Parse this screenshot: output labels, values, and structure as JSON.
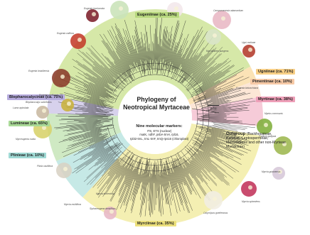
{
  "title": "Phylogeny of Neotropical Myrtaceae",
  "markers": {
    "heading": "Nine molecular markers:",
    "line1": "ITS, ETS (nuclear)",
    "line2": "matK, ndhF, psbA-trnH, rpl16,",
    "line3": "rpl32-trnL, trnL-trnF, trnQ-rps16 (chloroplast)"
  },
  "scale_label": "0.03",
  "outgroup": {
    "title": "Outgroup",
    "text": "(Backhousieae, Kanieae, Leptospermeae, Metrosideros and other non-Myrteae Myrtaceae)"
  },
  "clades": [
    {
      "id": "eugeniinae",
      "label": "Eugeniinae (ca. 25%)",
      "color": "#d6e8a8",
      "label_color": "#b7d77e"
    },
    {
      "id": "ugniinae",
      "label": "Ugniinae (ca. 71%)",
      "color": "#fbe3b6",
      "label_color": "#f8cf86"
    },
    {
      "id": "pimentinae",
      "label": "Pimentinae (ca. 10%)",
      "color": "#fce6d6",
      "label_color": "#f6c9a6"
    },
    {
      "id": "myrtinae",
      "label": "Myrtinae (ca. 38%)",
      "color": "#f6cbd8",
      "label_color": "#ee9fb8"
    },
    {
      "id": "myrciinae",
      "label": "Myrciinae (ca. 35%)",
      "color": "#f4efb2",
      "label_color": "#ece07c"
    },
    {
      "id": "plinia",
      "label": "Plinieae (ca. 10%)",
      "color": "#c6e9e6",
      "label_color": "#9fd9d4"
    },
    {
      "id": "luma",
      "label": "Lumineae (ca. 65%)",
      "color": "#cfe9c3",
      "label_color": "#a9d997"
    },
    {
      "id": "blepharocalyx",
      "label": "Blepharocalycinae (ca. 75%)",
      "color": "#d7d1ec",
      "label_color": "#b7acde"
    }
  ],
  "species_labels": [
    "Eugenia involucrata",
    "Eugenia uniflora",
    "Eugenia brasiliensis",
    "Eugenia pyriformis",
    "Ugni molinae",
    "Campomanesia adamantium",
    "Myrtus communis",
    "Psidium guajava",
    "Myrcia splendens",
    "Myrcia guianensis",
    "Calycolpus goetheanus",
    "Siphoneugena densiflora",
    "Plinia cauliflora",
    "Myrceugenia ovata",
    "Luma apiculata",
    "Blepharocalyx salicifolius",
    "Myrcianthes pungens",
    "Myrcia tomentosa",
    "Eugenia klotzschiana",
    "Myrcia multiflora"
  ]
}
